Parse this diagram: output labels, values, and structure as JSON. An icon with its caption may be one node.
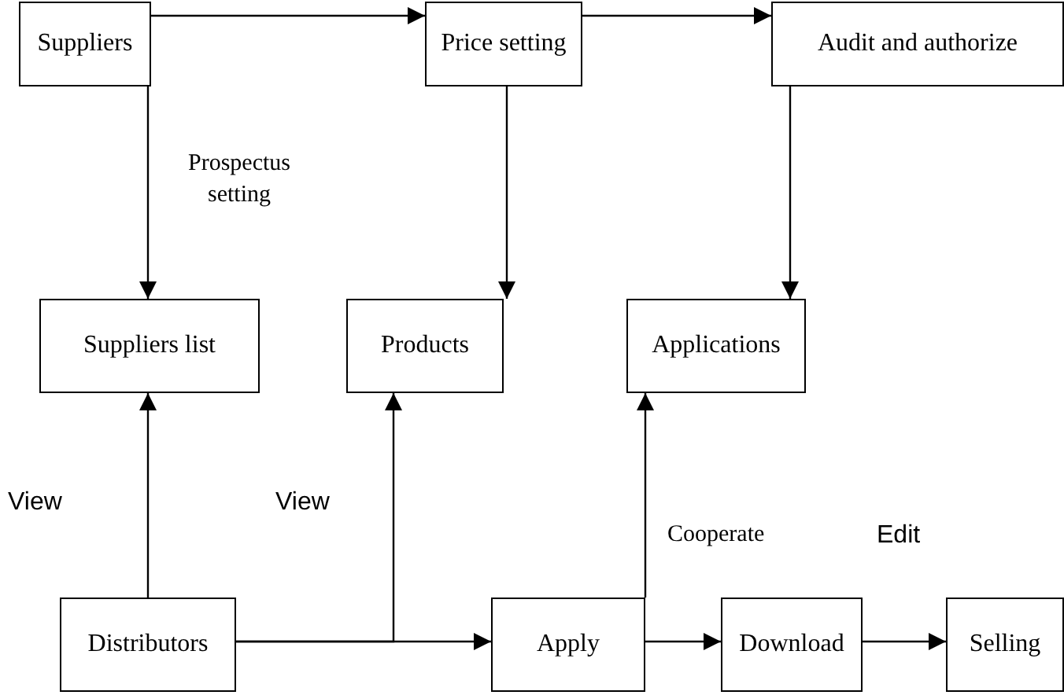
{
  "diagram": {
    "nodes": [
      {
        "text": [
          "Suppliers"
        ]
      },
      {
        "text": [
          "Price setting"
        ]
      },
      {
        "text": [
          "Audit and authorize"
        ]
      },
      {
        "text": [
          "Suppliers list"
        ]
      },
      {
        "text": [
          "Products"
        ]
      },
      {
        "text": [
          "Applications"
        ]
      },
      {
        "text": [
          "Distributors"
        ]
      },
      {
        "text": [
          "Apply"
        ]
      },
      {
        "text": [
          "Download"
        ]
      },
      {
        "text": [
          "Selling"
        ]
      }
    ],
    "edges": [
      {
        "from": 0,
        "to": 1,
        "arrow": "to"
      },
      {
        "from": 1,
        "to": 2,
        "arrow": "to"
      },
      {
        "from": 0,
        "to": 3,
        "arrow": "to",
        "label": "Prospectus setting"
      },
      {
        "from": 1,
        "to": 4,
        "arrow": "to"
      },
      {
        "from": 2,
        "to": 5,
        "arrow": "to"
      },
      {
        "from": 6,
        "to": 3,
        "arrow": "to",
        "label": "View"
      },
      {
        "from": 6,
        "to": 4,
        "arrow": "to",
        "label": "View"
      },
      {
        "from": 6,
        "to": 7,
        "arrow": "to"
      },
      {
        "from": 7,
        "to": 5,
        "arrow": "to",
        "label": "Cooperate"
      },
      {
        "from": 7,
        "to": 8,
        "arrow": "to"
      },
      {
        "from": 8,
        "to": 9,
        "arrow": "to",
        "label": "Edit"
      }
    ]
  }
}
